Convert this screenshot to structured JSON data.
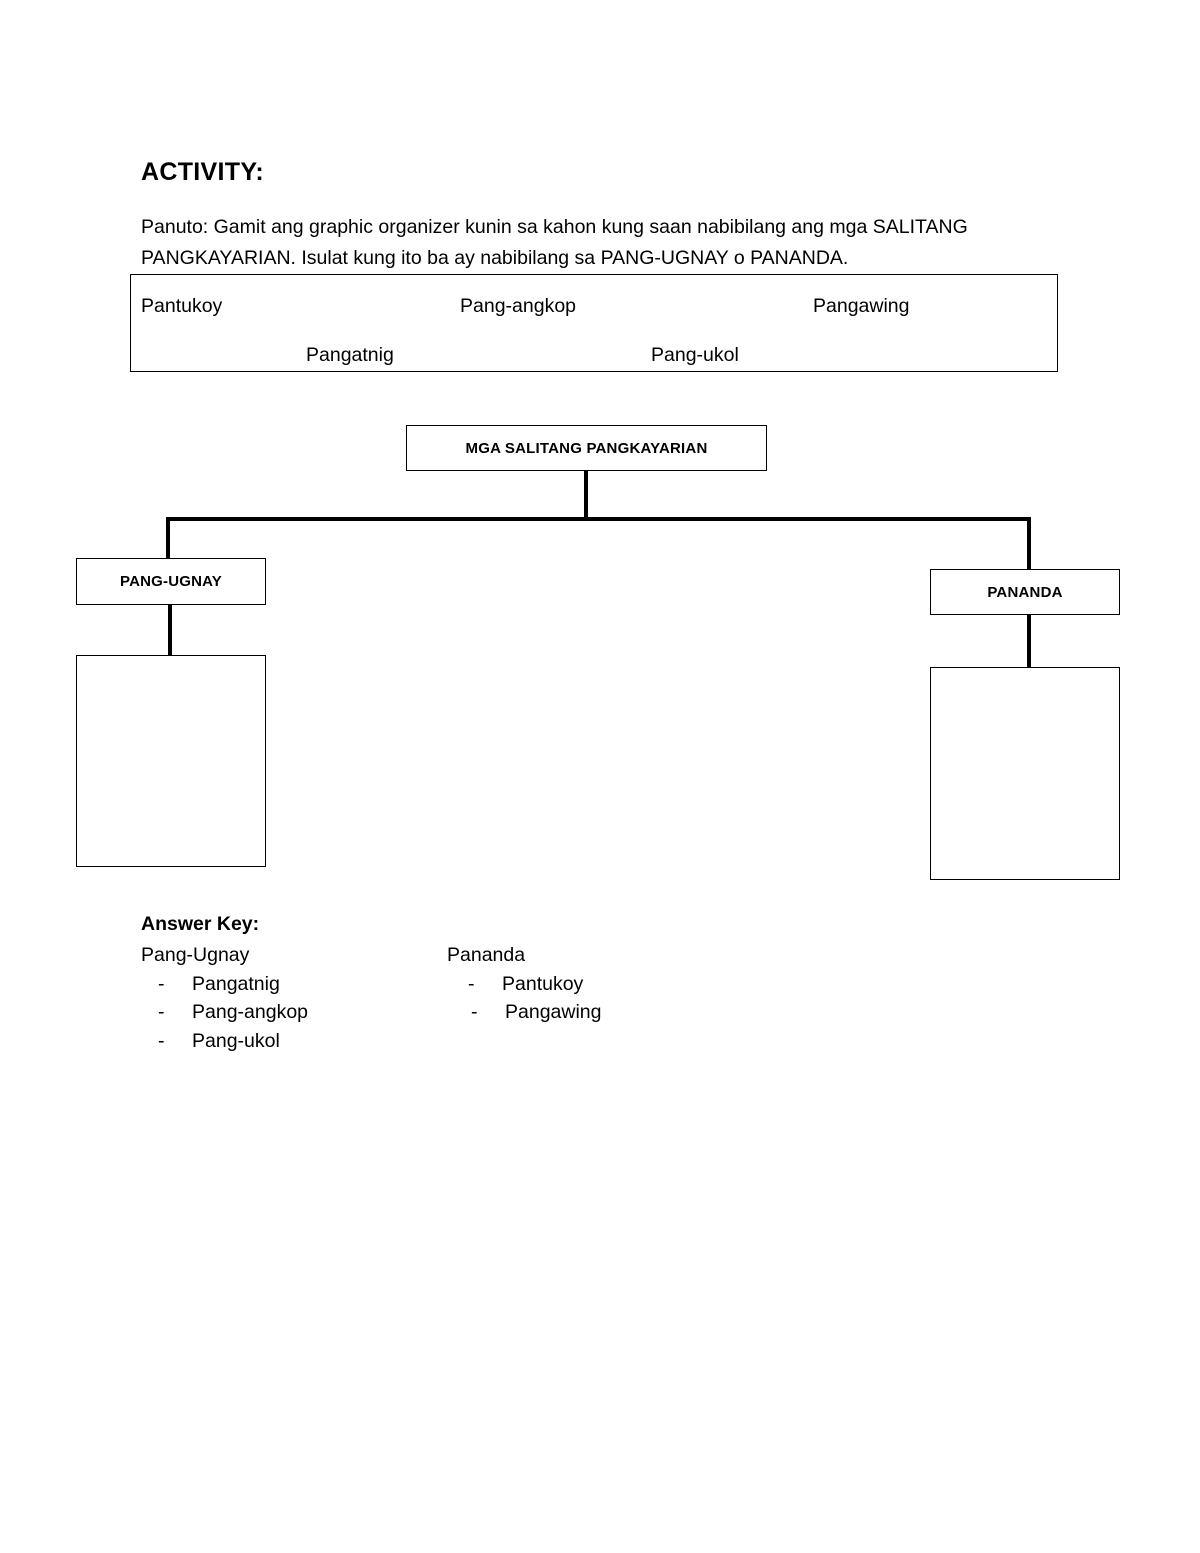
{
  "activity": {
    "heading": "ACTIVITY:",
    "instructions": "Panuto: Gamit ang graphic organizer kunin sa kahon kung saan nabibilang ang mga SALITANG PANGKAYARIAN. Isulat kung ito ba ay nabibilang sa PANG-UGNAY o PANANDA."
  },
  "word_bank": [
    "Pantukoy",
    "Pang-angkop",
    "Pangawing",
    "Pangatnig",
    "Pang-ukol"
  ],
  "organizer": {
    "root": "MGA SALITANG PANGKAYARIAN",
    "left_branch": "PANG-UGNAY",
    "right_branch": "PANANDA"
  },
  "answer_key": {
    "title": "Answer Key:",
    "pang_ugnay": {
      "title": "Pang-Ugnay",
      "items": [
        "Pangatnig",
        "Pang-angkop",
        "Pang-ukol"
      ]
    },
    "pananda": {
      "title": "Pananda",
      "items": [
        "Pantukoy",
        "Pangawing"
      ]
    },
    "bullet": "-"
  }
}
